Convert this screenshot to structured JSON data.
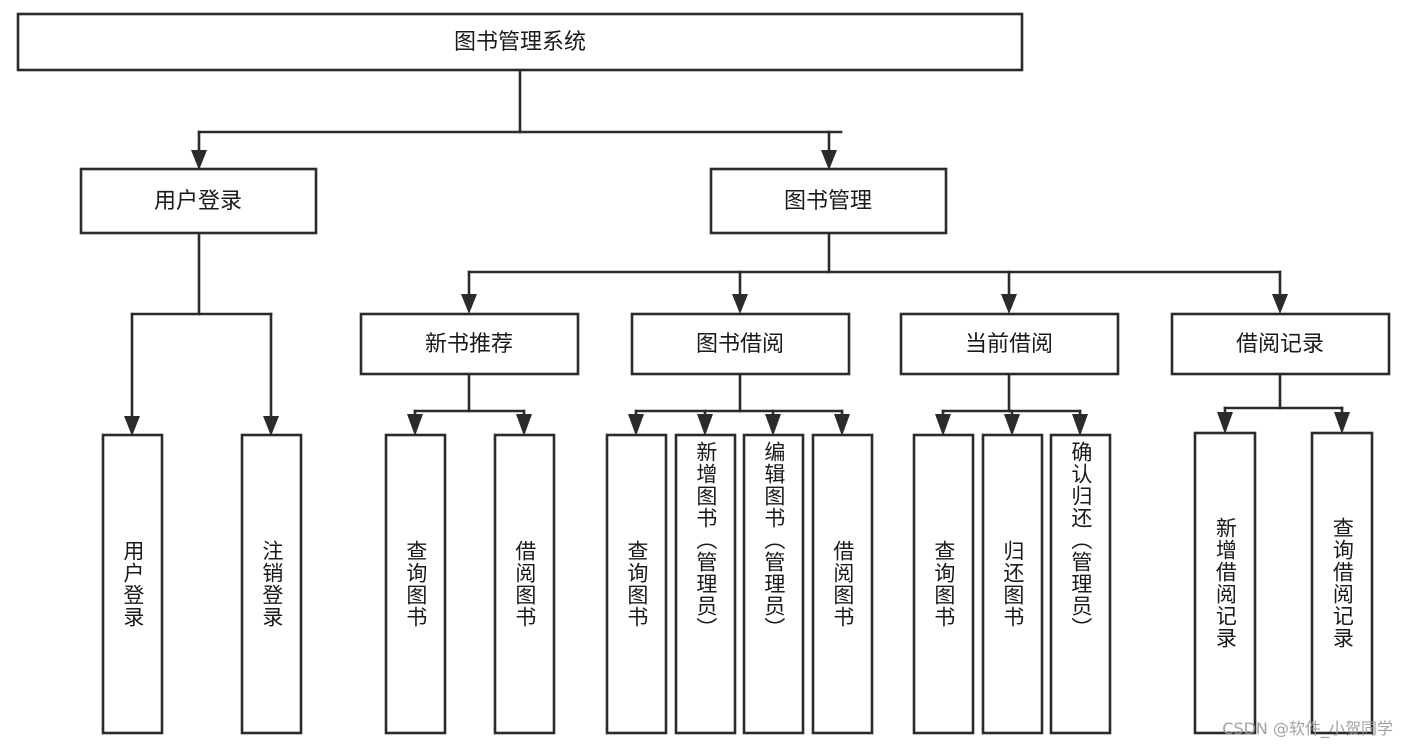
{
  "diagram": {
    "title": "图书管理系统",
    "type": "tree-hierarchy-diagram",
    "colors": {
      "stroke": "#2b2b2b",
      "fill": "#ffffff",
      "text": "#1a1a1a",
      "watermark": "#9a9a9a",
      "background": "#ffffff"
    },
    "root": {
      "label": "图书管理系统"
    },
    "level2": [
      {
        "label": "用户登录"
      },
      {
        "label": "图书管理"
      }
    ],
    "level3": [
      {
        "label": "新书推荐"
      },
      {
        "label": "图书借阅"
      },
      {
        "label": "当前借阅"
      },
      {
        "label": "借阅记录"
      }
    ],
    "leaves": {
      "user_login": [
        {
          "label": "用户登录"
        },
        {
          "label": "注销登录"
        }
      ],
      "new_book_recommend": [
        {
          "label": "查询图书"
        },
        {
          "label": "借阅图书"
        }
      ],
      "book_borrow": [
        {
          "label": "查询图书"
        },
        {
          "label": "新增图书（管理员）"
        },
        {
          "label": "编辑图书（管理员）"
        },
        {
          "label": "借阅图书"
        }
      ],
      "current_borrow": [
        {
          "label": "查询图书"
        },
        {
          "label": "归还图书"
        },
        {
          "label": "确认归还（管理员）"
        }
      ],
      "borrow_record": [
        {
          "label": "新增借阅记录"
        },
        {
          "label": "查询借阅记录"
        }
      ]
    }
  },
  "watermark": {
    "text": "CSDN @软件_小贺同学"
  }
}
